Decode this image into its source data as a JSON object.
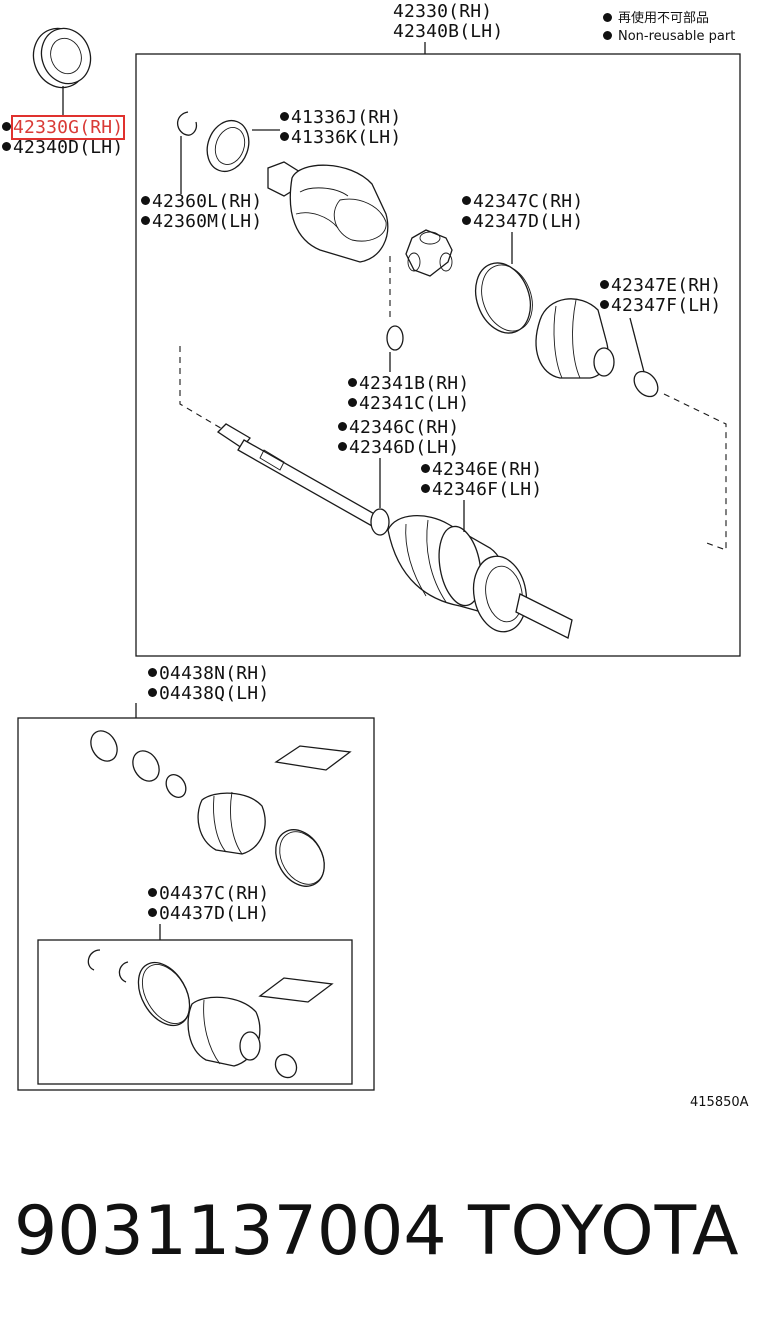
{
  "legend": {
    "line_jp": "再使用不可部品",
    "line_en": "Non-reusable part"
  },
  "labels": {
    "shaft_assy": [
      "42330(RH)",
      "42340B(LH)"
    ],
    "seal": [
      "42330G(RH)",
      "42340D(LH)"
    ],
    "snap_ring_outer": [
      "41336J(RH)",
      "41336K(LH)"
    ],
    "snap_ring_inner": [
      "42360L(RH)",
      "42360M(LH)"
    ],
    "boot_clamp_large": [
      "42347C(RH)",
      "42347D(LH)"
    ],
    "boot_clamp_small": [
      "42347E(RH)",
      "42347F(LH)"
    ],
    "snap_ring_tripod": [
      "42341B(RH)",
      "42341C(LH)"
    ],
    "boot_clamp_mid": [
      "42346C(RH)",
      "42346D(LH)"
    ],
    "boot_clamp_outer": [
      "42346E(RH)",
      "42346F(LH)"
    ],
    "boot_kit_inner": [
      "04438N(RH)",
      "04438Q(LH)"
    ],
    "boot_kit_outer": [
      "04437C(RH)",
      "04437D(LH)"
    ]
  },
  "diagram_code": "415850A",
  "footer": {
    "part_number": "9031137004",
    "brand": "TOYOTA"
  },
  "colors": {
    "highlight": "#e0312e",
    "ink": "#111111"
  }
}
